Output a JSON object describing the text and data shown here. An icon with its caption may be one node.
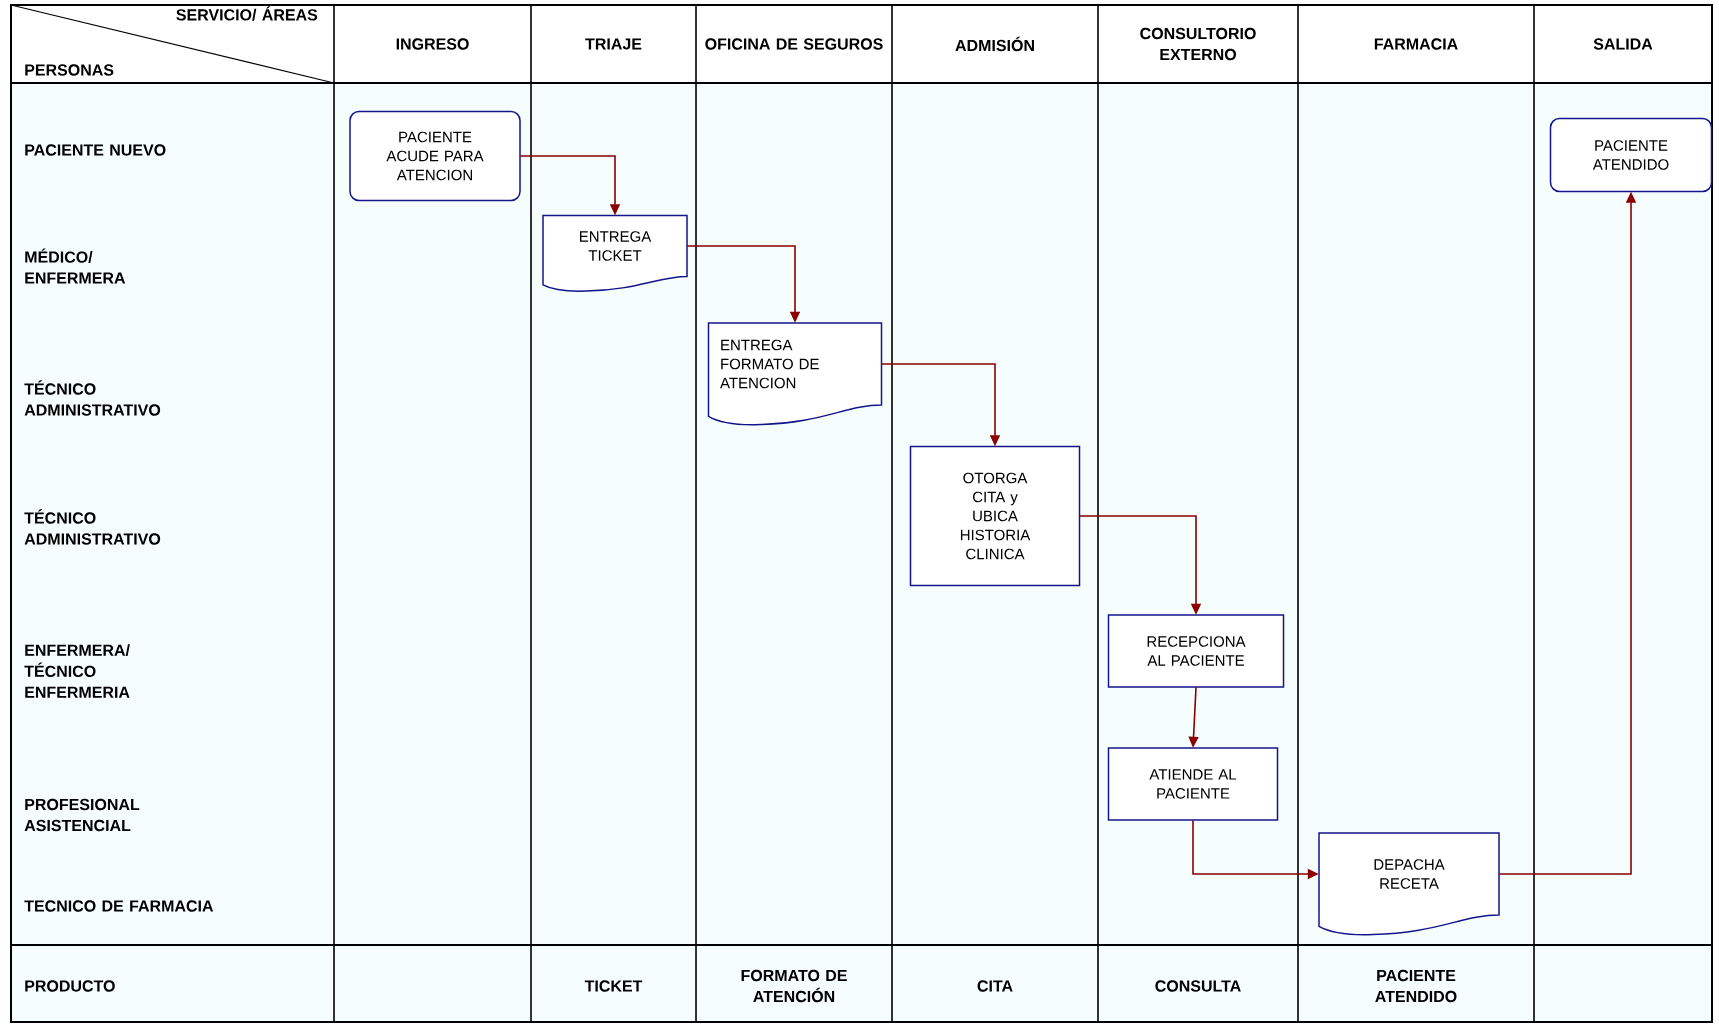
{
  "diagram": {
    "nodes": [
      {
        "text": [
          "PACIENTE ACUDE PARA ATENCION"
        ]
      },
      {
        "text": [
          "ENTREGA TICKET"
        ]
      },
      {
        "text": [
          "ENTREGA FORMATO DE ATENCION"
        ]
      },
      {
        "text": [
          "OTORGA CITA y UBICA HISTORIA CLINICA"
        ]
      },
      {
        "text": [
          "RECEPCIONA AL PACIENTE"
        ]
      },
      {
        "text": [
          "ATIENDE  AL PACIENTE"
        ]
      },
      {
        "text": [
          "DEPACHA RECETA"
        ]
      },
      {
        "text": [
          "PACIENTE ATENDIDO"
        ]
      }
    ],
    "edges": [
      {
        "from": 0,
        "to": 1,
        "arrow": "to"
      },
      {
        "from": 1,
        "to": 2,
        "arrow": "to"
      },
      {
        "from": 2,
        "to": 3,
        "arrow": "to"
      },
      {
        "from": 3,
        "to": 4,
        "arrow": "to"
      },
      {
        "from": 4,
        "to": 5,
        "arrow": "to"
      },
      {
        "from": 5,
        "to": 6,
        "arrow": "to"
      },
      {
        "from": 6,
        "to": 7,
        "arrow": "to"
      }
    ],
    "labels": [
      "SERVICIO/ ÁREAS",
      "PERSONAS",
      "INGRESO",
      "TRIAJE",
      "OFICINA DE SEGUROS",
      "ADMISIÓN",
      "CONSULTORIO EXTERNO",
      "FARMACIA",
      "SALIDA",
      "PACIENTE NUEVO",
      "MÉDICO/ ENFERMERA",
      "TÉCNICO ADMINISTRATIVO",
      "TÉCNICO ADMINISTRATIVO",
      "ENFERMERA/ TÉCNICO ENFERMERIA",
      "PROFESIONAL ASISTENCIAL",
      "TECNICO DE FARMACIA",
      "PRODUCTO",
      "TICKET",
      "FORMATO DE ATENCIÓN",
      "CITA",
      "CONSULTA",
      "PACIENTE ATENDIDO"
    ]
  }
}
